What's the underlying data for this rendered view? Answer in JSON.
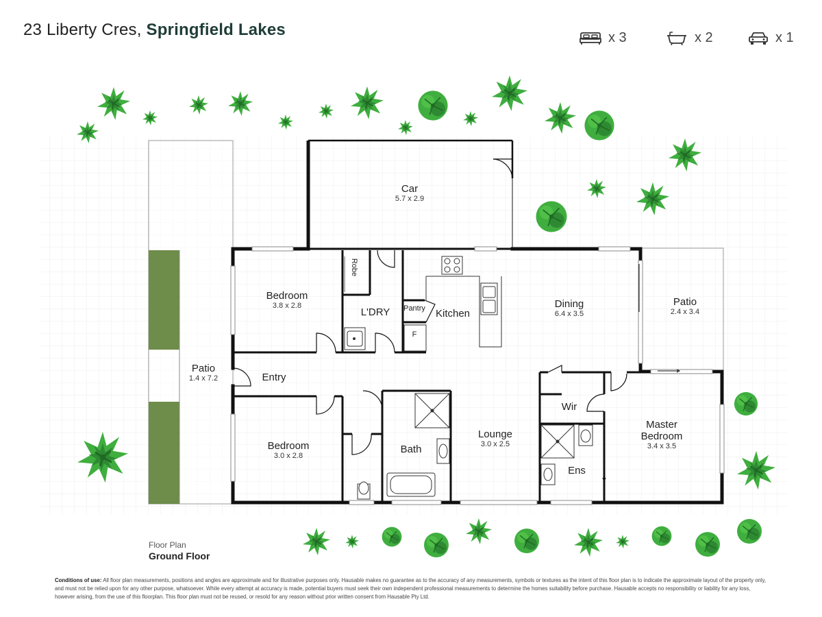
{
  "header": {
    "address": "23 Liberty Cres,",
    "suburb": "Springfield Lakes"
  },
  "features": [
    {
      "icon": "bed-icon",
      "count": "x 3"
    },
    {
      "icon": "bath-icon",
      "count": "x 2"
    },
    {
      "icon": "car-icon",
      "count": "x 1"
    }
  ],
  "rooms": {
    "car": {
      "name": "Car",
      "dims": "5.7 x 2.9"
    },
    "bedroom_top": {
      "name": "Bedroom",
      "dims": "3.8 x 2.8"
    },
    "robe": {
      "name": "Robe"
    },
    "laundry": {
      "name": "L'DRY"
    },
    "pantry": {
      "name": "Pantry"
    },
    "fridge": {
      "name": "F"
    },
    "kitchen": {
      "name": "Kitchen"
    },
    "dining": {
      "name": "Dining",
      "dims": "6.4 x 3.5"
    },
    "patio_right": {
      "name": "Patio",
      "dims": "2.4 x 3.4"
    },
    "patio_left": {
      "name": "Patio",
      "dims": "1.4 x 7.2"
    },
    "entry": {
      "name": "Entry"
    },
    "wir": {
      "name": "Wir"
    },
    "bedroom_bottom": {
      "name": "Bedroom",
      "dims": "3.0 x 2.8"
    },
    "bath": {
      "name": "Bath"
    },
    "lounge": {
      "name": "Lounge",
      "dims": "3.0 x 2.5"
    },
    "ens": {
      "name": "Ens"
    },
    "master": {
      "name": "Master",
      "name2": "Bedroom",
      "dims": "3.4 x 3.5"
    }
  },
  "footer": {
    "plan_label": "Floor Plan",
    "floor_name": "Ground Floor",
    "conditions_label": "Conditions of use:",
    "conditions_text": "All floor plan measurements, positions and angles are approximate and for illustrative purposes only. Hausable makes no guarantee as to the accuracy of any measurements, symbols or textures as the intent of this floor plan is to indicate the approximate layout of the property only, and must not be relied upon for any other purpose, whatsoever. While every attempt at accuracy is made, potential buyers must seek their own independent professional measurements to determine the homes suitability before purchase. Hausable accepts no responsibility or liability for any loss, however arising, from the use of this floorplan. This floor plan must not be reused, or resold for any reason without prior written consent from Hausable Pty Ltd."
  },
  "colors": {
    "wall": "#111111",
    "garden": "#6e8c4a",
    "tree": "#3fae3f",
    "tree_dark": "#1f6b25",
    "title_bold": "#1f3d37"
  }
}
